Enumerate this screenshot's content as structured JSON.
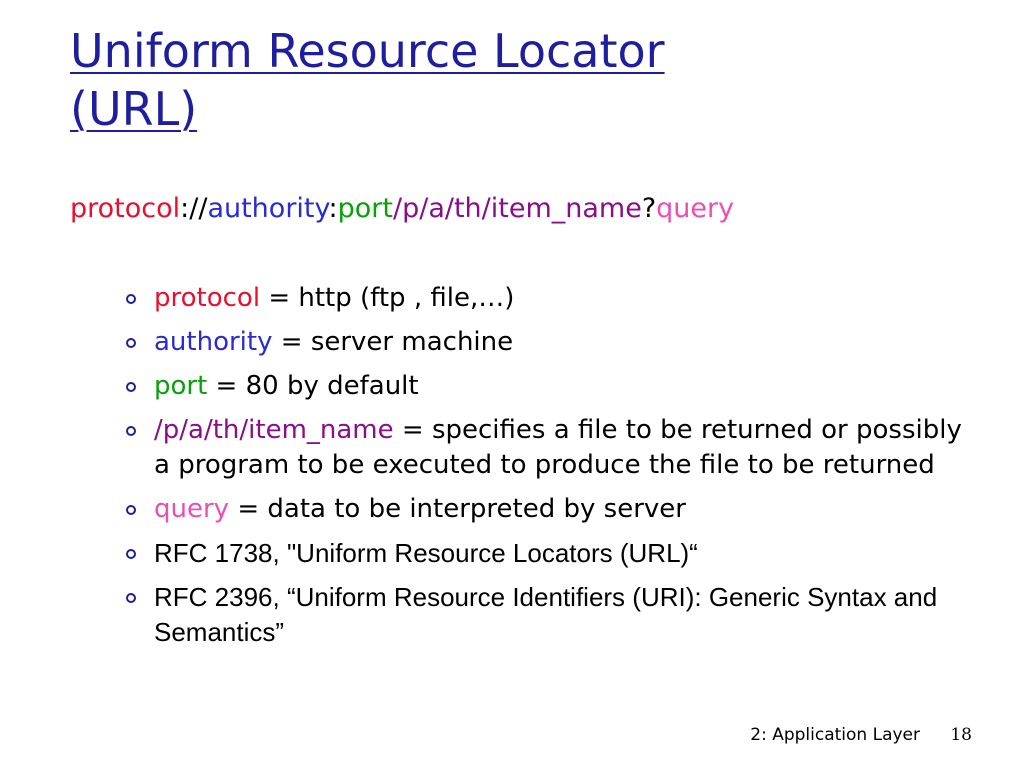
{
  "slide": {
    "title_line1": "Uniform Resource Locator",
    "title_line2": "(URL)",
    "url_syntax": {
      "protocol": "protocol",
      "sep1": "://",
      "authority": "authority",
      "sep2": ":",
      "port": "port",
      "path": "/p/a/th/item_name",
      "sep3": "?",
      "query": "query"
    },
    "bullets": [
      {
        "term": "protocol",
        "text": " = http (ftp , file,…)"
      },
      {
        "term": "authority",
        "text": " = server machine"
      },
      {
        "term": "port",
        "text": " = 80 by default"
      },
      {
        "term": "/p/a/th/item_name",
        "text": " = specifies a file to be returned or possibly a program to be executed to produce the file to be returned"
      },
      {
        "term": "query",
        "text": " = data to be interpreted by server"
      },
      {
        "text": "RFC 1738, \"Uniform Resource Locators (URL)“"
      },
      {
        "text": "RFC 2396, “Uniform Resource Identifiers (URI): Generic Syntax and Semantics”"
      }
    ],
    "footer": {
      "label": "2: Application Layer",
      "page_number": "18"
    },
    "colors": {
      "title": "#1f1f9e",
      "protocol": "#e8102e",
      "authority": "#2b2bd6",
      "port": "#0aa00a",
      "path": "#8a0e8a",
      "query": "#ec4fb4",
      "bullet": "#1f1f9e"
    },
    "icons": {
      "bullet": "hollow-circle-bullet-icon"
    }
  }
}
